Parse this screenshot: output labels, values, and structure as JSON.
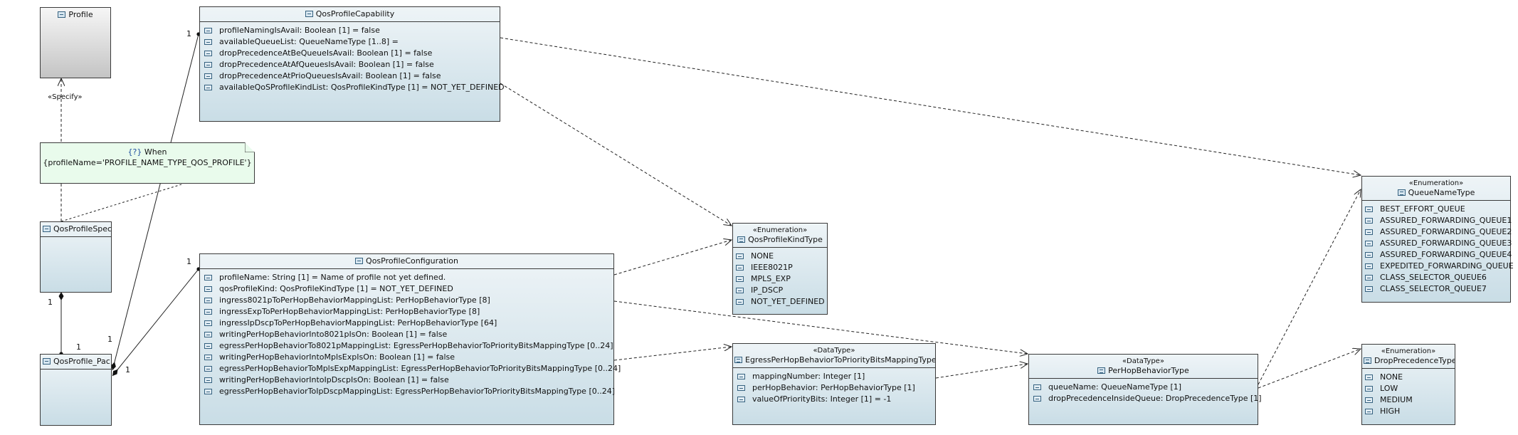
{
  "profile": {
    "name": "Profile"
  },
  "specify_label": "«Specify»",
  "note": {
    "icon_text": "{?}",
    "title": "When",
    "body": "{profileName='PROFILE_NAME_TYPE_QOS_PROFILE'}"
  },
  "qos_profile_spec": {
    "name": "QosProfileSpec"
  },
  "qos_profile_pac": {
    "name": "QosProfile_Pac"
  },
  "capability": {
    "name": "QosProfileCapability",
    "attributes": [
      "profileNamingIsAvail: Boolean [1] = false",
      "availableQueueList: QueueNameType [1..8] =",
      "dropPrecedenceAtBeQueueIsAvail: Boolean [1] = false",
      "dropPrecedenceAtAfQueuesIsAvail: Boolean [1] = false",
      "dropPrecedenceAtPrioQueuesIsAvail: Boolean [1] = false",
      "availableQoSProfileKindList: QosProfileKindType [1] = NOT_YET_DEFINED"
    ]
  },
  "configuration": {
    "name": "QosProfileConfiguration",
    "attributes": [
      "profileName: String [1] = Name of profile not yet defined.",
      "qosProfileKind: QosProfileKindType [1] = NOT_YET_DEFINED",
      "ingress8021pToPerHopBehaviorMappingList: PerHopBehaviorType [8]",
      "ingressExpToPerHopBehaviorMappingList: PerHopBehaviorType [8]",
      "ingressIpDscpToPerHopBehaviorMappingList: PerHopBehaviorType [64]",
      "writingPerHopBehaviorInto8021pIsOn: Boolean [1] = false",
      "egressPerHopBehaviorTo8021pMappingList: EgressPerHopBehaviorToPriorityBitsMappingType [0..24]",
      "writingPerHopBehaviorIntoMplsExpIsOn: Boolean [1] = false",
      "egressPerHopBehaviorToMplsExpMappingList: EgressPerHopBehaviorToPriorityBitsMappingType [0..24]",
      "writingPerHopBehaviorIntoIpDscpIsOn: Boolean [1] = false",
      "egressPerHopBehaviorToIpDscpMappingList: EgressPerHopBehaviorToPriorityBitsMappingType [0..24]"
    ]
  },
  "kind_type": {
    "stereotype": "«Enumeration»",
    "name": "QosProfileKindType",
    "literals": [
      "NONE",
      "IEEE8021P",
      "MPLS_EXP",
      "IP_DSCP",
      "NOT_YET_DEFINED"
    ]
  },
  "egress_type": {
    "stereotype": "«DataType»",
    "name": "EgressPerHopBehaviorToPriorityBitsMappingType",
    "attributes": [
      "mappingNumber: Integer [1]",
      "perHopBehavior: PerHopBehaviorType [1]",
      "valueOfPriorityBits: Integer [1] = -1"
    ]
  },
  "phb_type": {
    "stereotype": "«DataType»",
    "name": "PerHopBehaviorType",
    "attributes": [
      "queueName: QueueNameType [1]",
      "dropPrecedenceInsideQueue: DropPrecedenceType [1]"
    ]
  },
  "queue_type": {
    "stereotype": "«Enumeration»",
    "name": "QueueNameType",
    "literals": [
      "BEST_EFFORT_QUEUE",
      "ASSURED_FORWARDING_QUEUE1",
      "ASSURED_FORWARDING_QUEUE2",
      "ASSURED_FORWARDING_QUEUE3",
      "ASSURED_FORWARDING_QUEUE4",
      "EXPEDITED_FORWARDING_QUEUE",
      "CLASS_SELECTOR_QUEUE6",
      "CLASS_SELECTOR_QUEUE7"
    ]
  },
  "drop_type": {
    "stereotype": "«Enumeration»",
    "name": "DropPrecedenceType",
    "literals": [
      "NONE",
      "LOW",
      "MEDIUM",
      "HIGH"
    ]
  },
  "multiplicities": {
    "cap_end": "1",
    "conf_end": "1",
    "spec_end": "1",
    "pac_from_spec": "1",
    "pac_to_cap": "1",
    "pac_to_conf": "1"
  }
}
